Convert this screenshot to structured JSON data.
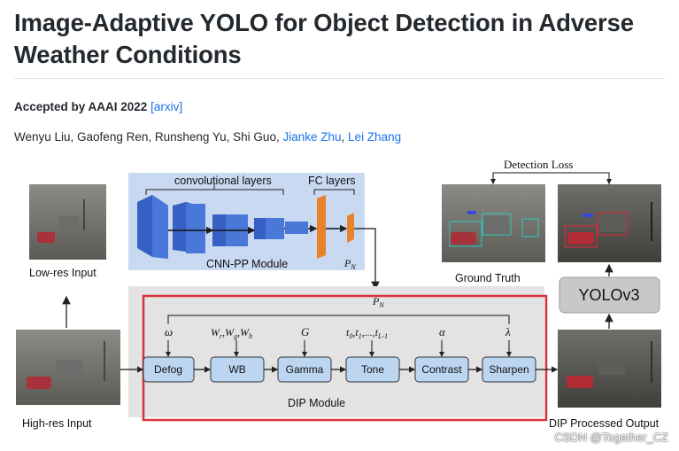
{
  "page": {
    "title": "Image-Adaptive YOLO for Object Detection in Adverse Weather Conditions",
    "accepted_prefix": "Accepted by AAAI 2022",
    "arxiv_link": "[arxiv]",
    "authors_plain": "Wenyu Liu, Gaofeng Ren, Runsheng Yu, Shi Guo,",
    "author_link_1": "Jianke Zhu",
    "author_sep": ",",
    "author_link_2": "Lei Zhang"
  },
  "figure": {
    "cnn_label_conv": "convolutional layers",
    "cnn_label_fc": "FC layers",
    "cnn_module_label": "CNN-PP Module",
    "pn_label": "P",
    "pn_sub": "N",
    "low_res_label": "Low-res Input",
    "high_res_label": "High-res Input",
    "ground_truth_label": "Ground Truth",
    "detection_loss_label": "Detection Loss",
    "yolo_label": "YOLOv3",
    "dip_output_label": "DIP Processed Output",
    "dip_module_label": "DIP Module",
    "params": [
      "ω",
      "Wr,Wg,Wb",
      "G",
      "t0,t1,...,tL-1",
      "α",
      "λ"
    ],
    "filters": [
      "Defog",
      "WB",
      "Gamma",
      "Tone",
      "Contrast",
      "Sharpen"
    ]
  },
  "watermark": "CSDN @Together_CZ",
  "colors": {
    "link": "#1a73e8",
    "cnn_bg": "#c9d9f2",
    "conv_block": "#3f6cc9",
    "fc_block": "#e8832a",
    "dip_bg": "#e3e3e3",
    "dip_border_red": "#d9323a",
    "filter_box": "#bcd6f2",
    "yolo_box": "#c8c8c8"
  }
}
